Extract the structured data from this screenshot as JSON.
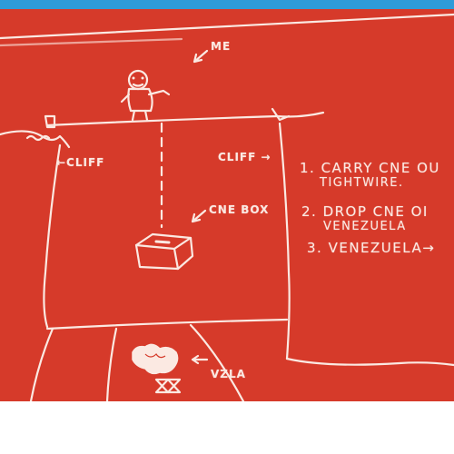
{
  "labels": {
    "me": "ME",
    "cliff_left": "←CLIFF",
    "cliff_right": "CLIFF →",
    "cne_box": "CNE BOX",
    "vzla": "VZLA"
  },
  "steps": [
    {
      "line1": "1. CARRY CNE OU",
      "line2": "TIGHTWIRE."
    },
    {
      "line1": "2. DROP CNE OI",
      "line2": "VENEZUELA"
    },
    {
      "line1": "3. VENEZUELA→",
      "line2": ""
    }
  ],
  "icons": {
    "stick_figure": "stick-figure-icon",
    "ballot_box": "ballot-box-icon",
    "venezuela_map": "venezuela-map-icon",
    "arrow": "arrow-icon"
  },
  "colors": {
    "board": "#d63a2a",
    "chalk": "#fbe9e2",
    "sky_strip": "#2f9bd8",
    "page": "#ffffff"
  }
}
